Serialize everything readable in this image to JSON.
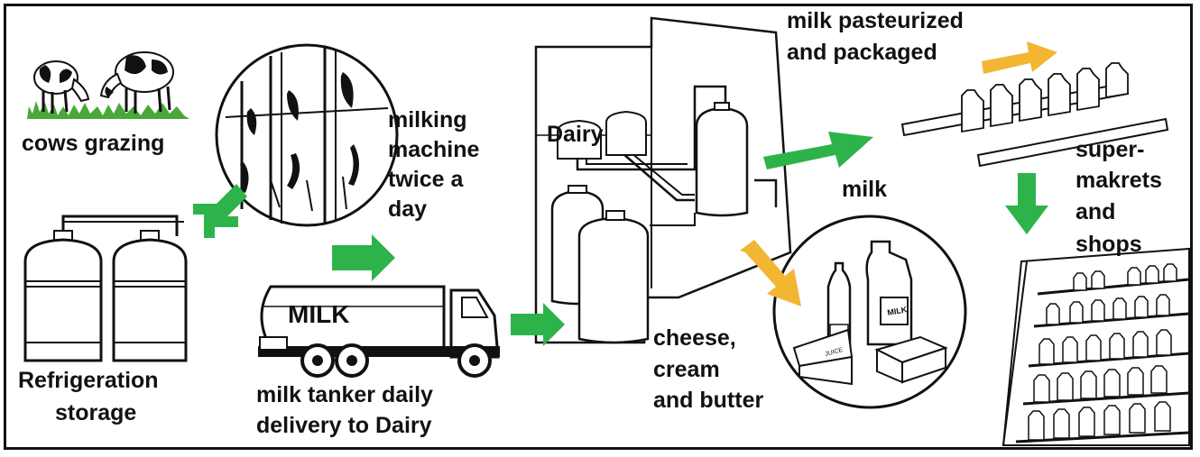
{
  "labels": {
    "cows": "cows grazing",
    "milking": [
      "milking",
      "machine",
      "twice a",
      "day"
    ],
    "refrigeration": [
      "Refrigeration",
      "storage"
    ],
    "tanker_text": "MILK",
    "tanker": [
      "milk tanker daily",
      "delivery to Dairy"
    ],
    "dairy": "Dairy",
    "milk": "milk",
    "packaged": [
      "milk pasteurized",
      "and packaged"
    ],
    "cheese": [
      "cheese,",
      "cream",
      "and butter"
    ],
    "shops": [
      "super-",
      "makrets",
      "and",
      "shops"
    ],
    "product_label": "MILK",
    "juice_label": "JUICE"
  },
  "colors": {
    "green_arrow": "#2db34a",
    "orange_arrow": "#f2b632",
    "ink": "#111111",
    "grass": "#4aa83a"
  }
}
